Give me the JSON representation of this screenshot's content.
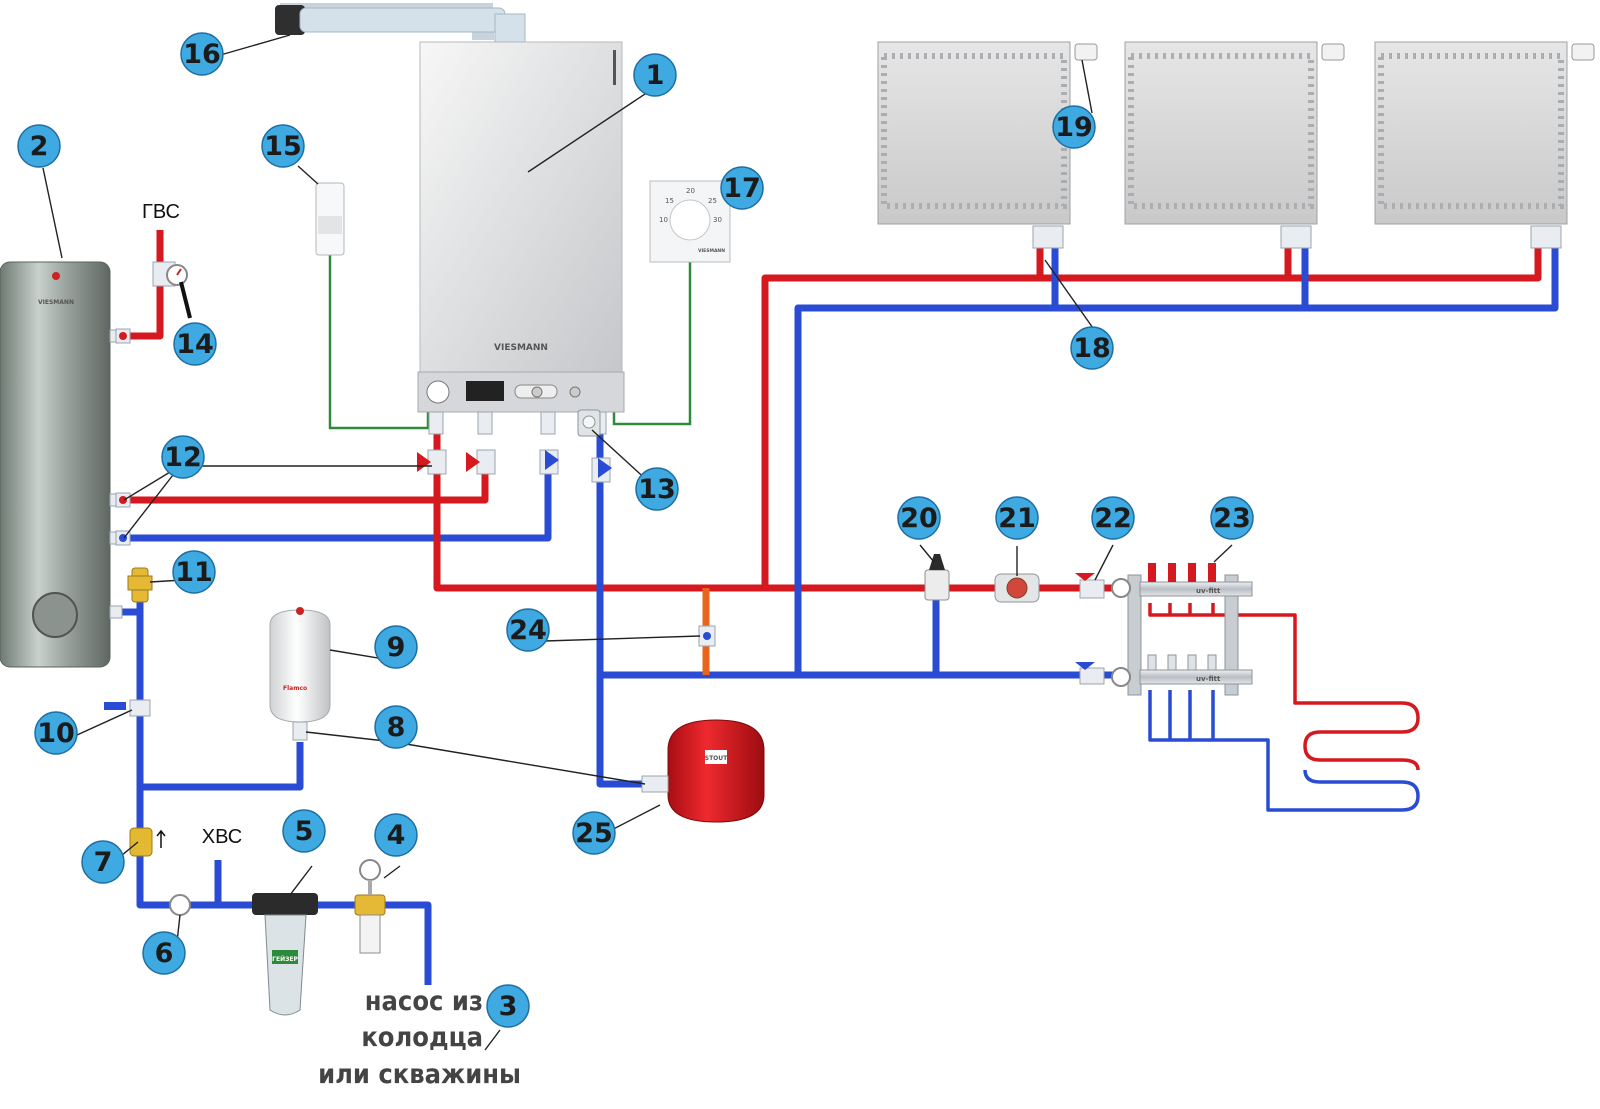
{
  "callouts": [
    {
      "id": "1",
      "text": "1"
    },
    {
      "id": "2",
      "text": "2"
    },
    {
      "id": "3",
      "text": "3"
    },
    {
      "id": "4",
      "text": "4"
    },
    {
      "id": "5",
      "text": "5"
    },
    {
      "id": "6",
      "text": "6"
    },
    {
      "id": "7",
      "text": "7"
    },
    {
      "id": "8",
      "text": "8"
    },
    {
      "id": "9",
      "text": "9"
    },
    {
      "id": "10",
      "text": "10"
    },
    {
      "id": "11",
      "text": "11"
    },
    {
      "id": "12",
      "text": "12"
    },
    {
      "id": "13",
      "text": "13"
    },
    {
      "id": "14",
      "text": "14"
    },
    {
      "id": "15",
      "text": "15"
    },
    {
      "id": "16",
      "text": "16"
    },
    {
      "id": "17",
      "text": "17"
    },
    {
      "id": "18",
      "text": "18"
    },
    {
      "id": "19",
      "text": "19"
    },
    {
      "id": "20",
      "text": "20"
    },
    {
      "id": "21",
      "text": "21"
    },
    {
      "id": "22",
      "text": "22"
    },
    {
      "id": "23",
      "text": "23"
    },
    {
      "id": "24",
      "text": "24"
    },
    {
      "id": "25",
      "text": "25"
    }
  ],
  "labels": {
    "hot_water": "ГВС",
    "cold_water": "ХВС",
    "source_line1": "насос из",
    "source_line2": "колодца",
    "source_line3": "или скважины"
  },
  "brands": {
    "boiler": "VIESMANN",
    "tank": "VIESMANN",
    "thermostat": "VIESMANN",
    "expansion_small": "Flamco",
    "expansion_big": "STOUT",
    "filter": "ГЕЙЗЕР",
    "manifold": "uv-fitt"
  },
  "thermostat_scale": [
    "10",
    "15",
    "20",
    "25",
    "30"
  ],
  "colors": {
    "hot_pipe": "#d6181f",
    "cold_pipe": "#2a4bd3",
    "callout_fill": "#3fa9e1",
    "wire": "#2e8b3a"
  }
}
